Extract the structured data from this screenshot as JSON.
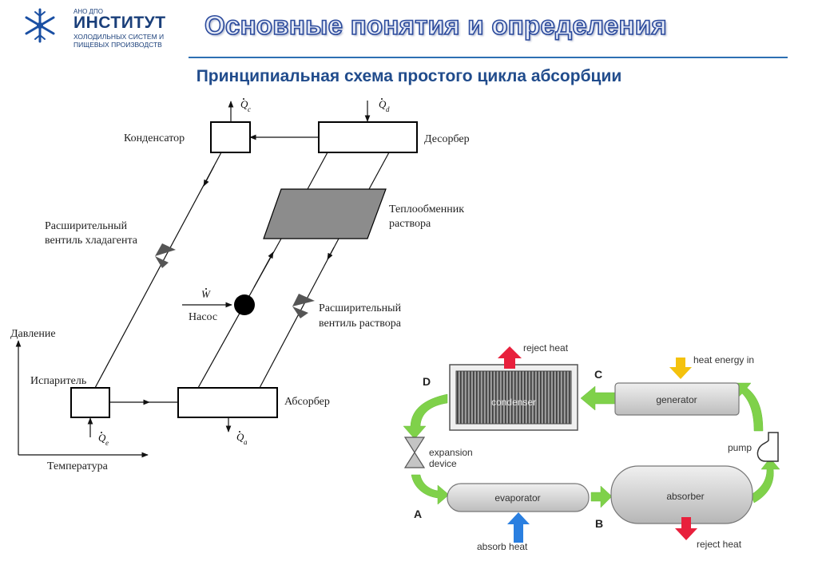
{
  "logo": {
    "small": "АНО ДПО",
    "big": "ИНСТИТУТ",
    "line1": "ХОЛОДИЛЬНЫХ СИСТЕМ И",
    "line2": "ПИЩЕВЫХ ПРОИЗВОДСТВ",
    "icon": "snowflake-icon"
  },
  "header": {
    "title": "Основные понятия и определения",
    "subtitle": "Принципиальная схема простого цикла абсорбции"
  },
  "schematic": {
    "q_c": "Q",
    "q_c_sub": "c",
    "q_d": "Q",
    "q_d_sub": "d",
    "q_e": "Q",
    "q_e_sub": "e",
    "q_a": "Q",
    "q_a_sub": "a",
    "w": "W",
    "condenser": "Конденсатор",
    "desorber": "Десорбер",
    "heat_exchanger_1": "Теплообменник",
    "heat_exchanger_2": "раствора",
    "refrigerant_valve_1": "Расширительный",
    "refrigerant_valve_2": "вентиль хладагента",
    "pump": "Насос",
    "solution_valve_1": "Расширительный",
    "solution_valve_2": "вентиль раствора",
    "pressure_axis": "Давление",
    "evaporator": "Испаритель",
    "absorber": "Абсорбер",
    "temperature_axis": "Температура"
  },
  "cycle": {
    "point_a": "A",
    "point_b": "B",
    "point_c": "C",
    "point_d": "D",
    "reject_heat_top": "reject heat",
    "heat_energy_in": "heat energy in",
    "condenser": "condenser",
    "generator": "generator",
    "pump": "pump",
    "expansion_1": "expansion",
    "expansion_2": "device",
    "evaporator": "evaporator",
    "absorber": "absorber",
    "absorb_heat": "absorb heat",
    "reject_heat_bottom": "reject heat"
  },
  "colors": {
    "title_outline": "#2b4a9c",
    "subtitle": "#214c8c",
    "header_rule": "#2d6fb3",
    "flow_arrow_green": "#7fd14a",
    "heat_arrow_red": "#e8203c",
    "heat_arrow_yellow": "#f4c20d",
    "heat_arrow_blue": "#2a7fe0"
  }
}
